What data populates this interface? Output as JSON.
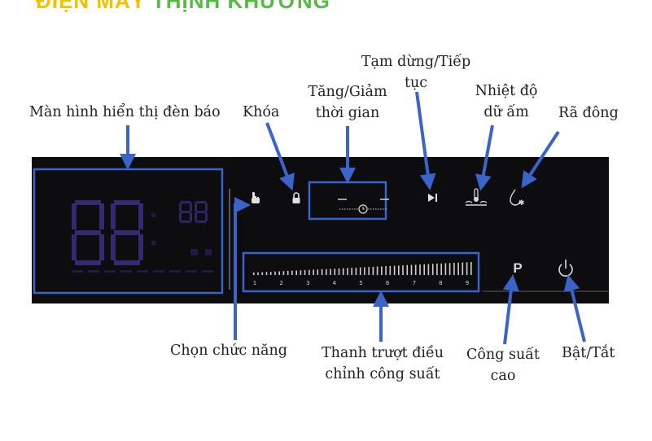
{
  "brand": {
    "part1": "ĐIỆN MÁY",
    "part2": "THỊNH KHƯƠNG"
  },
  "display": {
    "big_digits": "88",
    "small_digits": "88"
  },
  "slider": {
    "ticks": [
      "1",
      "2",
      "3",
      "4",
      "5",
      "6",
      "7",
      "8",
      "9"
    ]
  },
  "panel": {
    "boost_symbol": "P"
  },
  "labels": {
    "display_screen": "Màn hình hiển thị đèn báo",
    "lock": "Khóa",
    "time_line1": "Tăng/Giảm",
    "time_line2": "thời gian",
    "pause_line1": "Tạm dừng/Tiếp",
    "pause_line2": "tục",
    "warm_line1": "Nhiệt độ",
    "warm_line2": "dữ ấm",
    "defrost": "Rã đông",
    "function_select": "Chọn chức năng",
    "slider_line1": "Thanh trượt điều",
    "slider_line2": "chỉnh công suất",
    "boost_line1": "Công suất",
    "boost_line2": "cao",
    "power": "Bật/Tắt"
  },
  "colors": {
    "arrow": "#3a64c9",
    "panel_bg": "#0d0d0f",
    "digits": "#3a2a78",
    "brand_yellow": "#f2c200",
    "brand_green": "#58b947"
  }
}
